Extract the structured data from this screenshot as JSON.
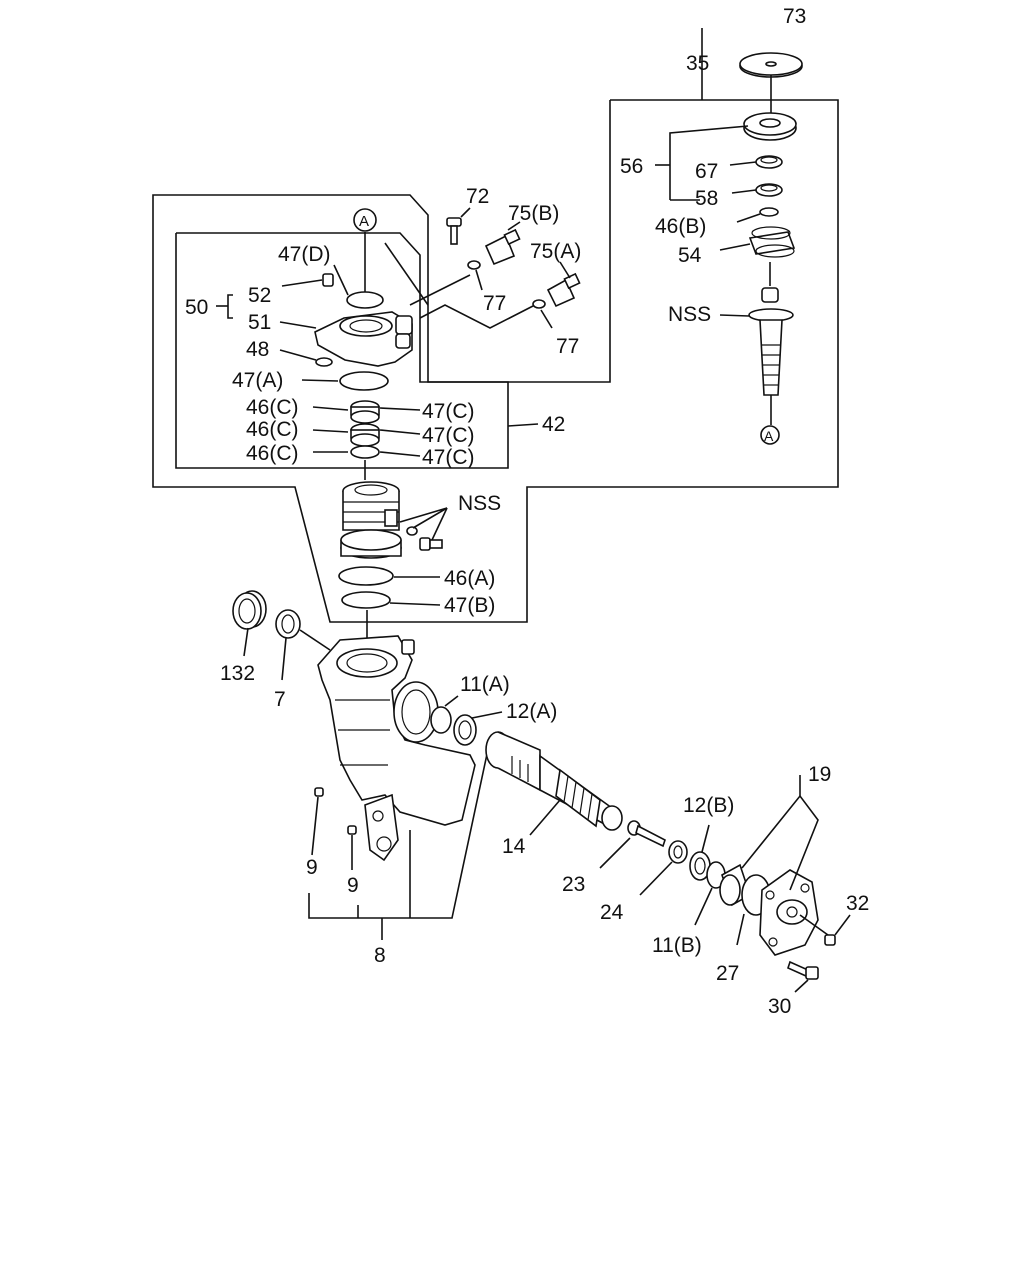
{
  "labels": {
    "l73": "73",
    "l35": "35",
    "l56": "56",
    "l67": "67",
    "l58": "58",
    "l46b": "46(B)",
    "l54": "54",
    "lnss1": "NSS",
    "lA1": "A",
    "l72": "72",
    "l75b": "75(B)",
    "l75a": "75(A)",
    "l77a": "77",
    "l77b": "77",
    "l47d": "47(D)",
    "lA2": "A",
    "l52": "52",
    "l50": "50",
    "l51": "51",
    "l48": "48",
    "l47a": "47(A)",
    "l46c1": "46(C)",
    "l46c2": "46(C)",
    "l46c3": "46(C)",
    "l47c1": "47(C)",
    "l47c2": "47(C)",
    "l47c3": "47(C)",
    "l42": "42",
    "lnss2": "NSS",
    "l46a": "46(A)",
    "l47b": "47(B)",
    "l132": "132",
    "l7": "7",
    "l11a": "11(A)",
    "l12a": "12(A)",
    "l9a": "9",
    "l9b": "9",
    "l8": "8",
    "l14": "14",
    "l23": "23",
    "l24": "24",
    "l12b": "12(B)",
    "l11b": "11(B)",
    "l19": "19",
    "l32": "32",
    "l27": "27",
    "l30": "30"
  }
}
